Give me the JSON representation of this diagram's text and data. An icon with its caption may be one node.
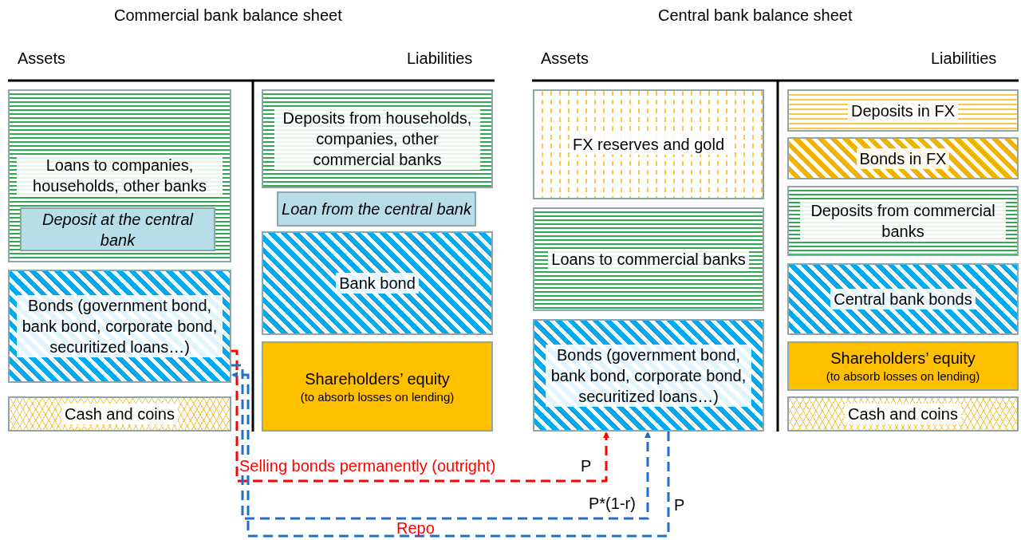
{
  "diagram": {
    "nodes": [
      {
        "text": [
          "Loans to companies, households, other banks"
        ]
      },
      {
        "text": [
          "Deposit at the central bank"
        ],
        "in": 0
      },
      {
        "text": [
          "Bonds (government bond, bank bond, corporate bond, securitized loans…)"
        ]
      },
      {
        "text": [
          "Cash and coins"
        ]
      },
      {
        "text": [
          "Deposits from households, companies, other commercial banks"
        ]
      },
      {
        "text": [
          "Loan from the central bank"
        ]
      },
      {
        "text": [
          "Bank bond"
        ]
      },
      {
        "text": [
          "Shareholders’ equity",
          "(to absorb losses on lending)"
        ]
      },
      {
        "text": [
          "FX reserves and gold"
        ]
      },
      {
        "text": [
          "Loans to commercial banks"
        ]
      },
      {
        "text": [
          "Bonds (government bond, bank bond, corporate bond, securitized loans…)"
        ]
      },
      {
        "text": [
          "Deposits in FX"
        ]
      },
      {
        "text": [
          "Bonds in FX"
        ]
      },
      {
        "text": [
          "Deposits from commercial banks"
        ]
      },
      {
        "text": [
          "Central bank bonds"
        ]
      },
      {
        "text": [
          "Shareholders’ equity",
          "(to absorb losses on lending)"
        ]
      },
      {
        "text": [
          "Cash and coins"
        ]
      }
    ],
    "edges": [
      {
        "from": 2,
        "to": 10,
        "arrow": "to",
        "style": "dashed",
        "color": "#ff0000",
        "label": "Selling bonds permanently (outright)"
      },
      {
        "from": 2,
        "to": 10,
        "arrow": "to",
        "style": "dashed",
        "label": "P*(1-r)"
      },
      {
        "from": 10,
        "to": 2,
        "arrow": "to",
        "style": "dashed",
        "label": "P"
      }
    ],
    "labels": [
      "Commercial bank balance sheet",
      "Central bank balance sheet",
      "Assets",
      "Liabilities",
      "Assets",
      "Liabilities",
      "P",
      "Repo"
    ]
  }
}
